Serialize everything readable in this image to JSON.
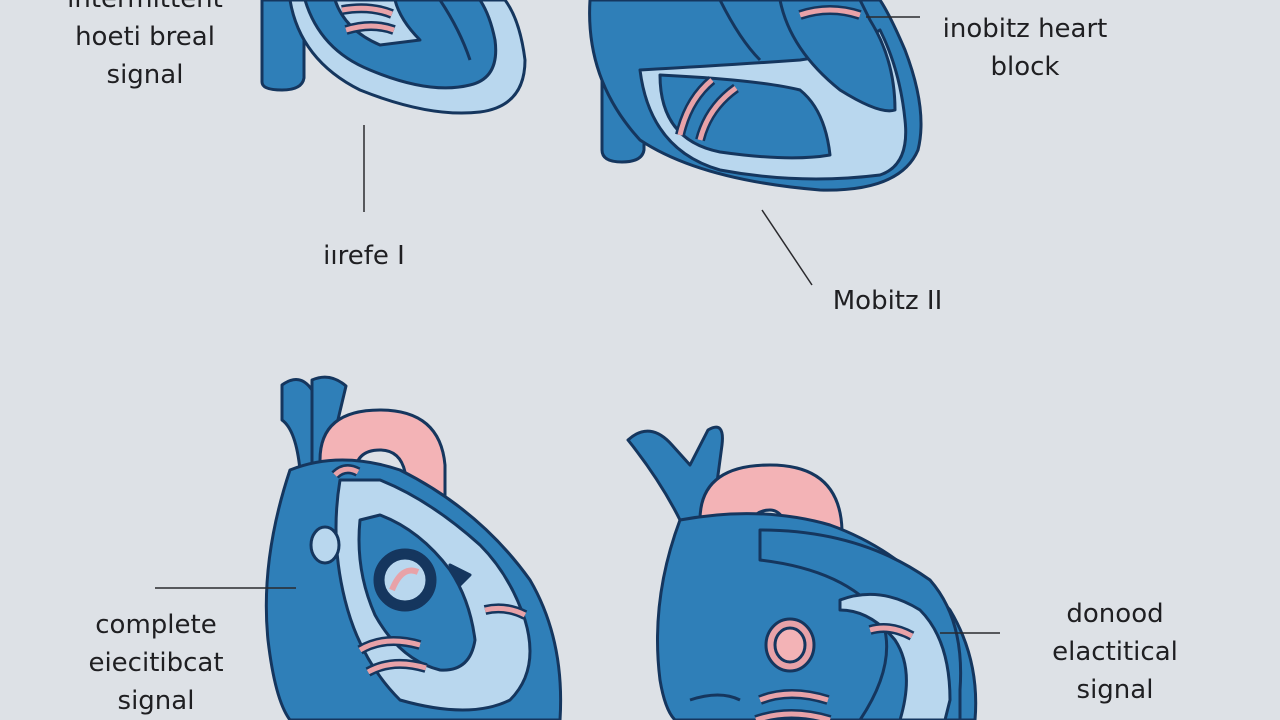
{
  "labels": {
    "top_left": {
      "line1": "intermittent",
      "line2": "hoeti breal",
      "line3": "signal"
    },
    "top_right": {
      "line1": "inobitz heart",
      "line2": "block"
    },
    "middle_left": {
      "line1": "iırefe I"
    },
    "middle_right": {
      "line1": "Mobitz II"
    },
    "bottom_left": {
      "line1": "complete",
      "line2": "eiecitibcat",
      "line3": "signal"
    },
    "bottom_right": {
      "line1": "donood",
      "line2": "elactitical",
      "line3": "signal"
    }
  },
  "colors": {
    "background": "#dde1e6",
    "heart_blue": "#2f7fb8",
    "outline": "#15365e",
    "chamber_light": "#b9d7ee",
    "vessel_pink": "#f3b3b6",
    "valve_pink": "#e8a2a8"
  }
}
